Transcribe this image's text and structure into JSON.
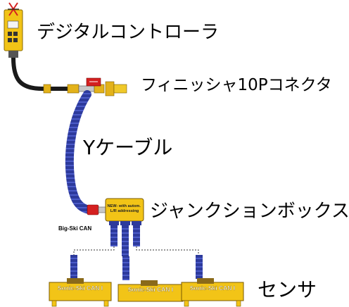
{
  "labels": {
    "controller": "デジタルコントローラ",
    "finisher": "フィニッシャ10Pコネクタ",
    "ycable": "Yケーブル",
    "junction": "ジャンクションボックス",
    "sensor": "センサ"
  },
  "bus_label": "Big-Ski CAN",
  "junction_box_text": [
    "NEW- with autom.",
    "L/R addressing"
  ],
  "sensor_units": [
    {
      "label": "Sonic-Ski CAN I"
    },
    {
      "label": "Sonic-Ski CAN I"
    },
    {
      "label": "Sonic-Ski CAN I"
    }
  ],
  "colors": {
    "device_yellow": "#f2c417",
    "cable_blue": "#2d3a9c",
    "cable_black": "#1a1a1a",
    "connector_red": "#d42020"
  }
}
